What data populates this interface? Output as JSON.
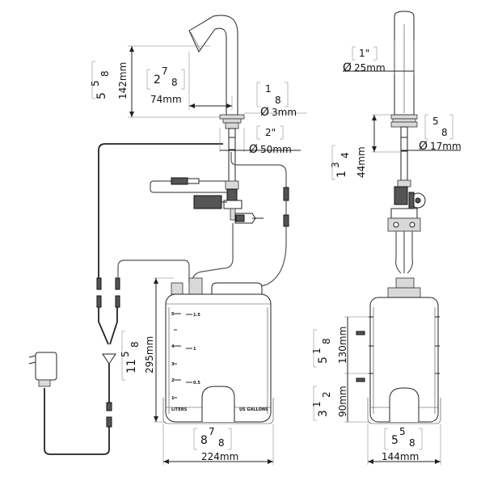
{
  "dimensions": {
    "spout_height": {
      "inch_whole": "5",
      "inch_num": "5",
      "inch_den": "8",
      "mm": "142mm"
    },
    "spout_reach": {
      "inch_whole": "2",
      "inch_num": "7",
      "inch_den": "8",
      "mm": "74mm"
    },
    "hose_diameter": {
      "inch_num": "1",
      "inch_den": "8",
      "symbol": "Ø",
      "mm": "3mm"
    },
    "base_diameter": {
      "inch": "2\"",
      "symbol": "Ø",
      "mm": "50mm"
    },
    "body_diameter": {
      "inch": "1\"",
      "symbol": "Ø",
      "mm": "25mm"
    },
    "shank_diameter": {
      "inch_num": "5",
      "inch_den": "8",
      "symbol": "Ø",
      "mm": "17mm"
    },
    "shank_length": {
      "inch_whole": "1",
      "inch_num": "3",
      "inch_den": "4",
      "mm": "44mm"
    },
    "tank_height": {
      "inch_whole": "11",
      "inch_num": "5",
      "inch_den": "8",
      "mm": "295mm"
    },
    "tank_width": {
      "inch_whole": "8",
      "inch_num": "7",
      "inch_den": "8",
      "mm": "224mm"
    },
    "tank_depth": {
      "inch_whole": "5",
      "inch_num": "5",
      "inch_den": "8",
      "mm": "144mm"
    },
    "side_upper": {
      "inch_whole": "5",
      "inch_num": "1",
      "inch_den": "8",
      "mm": "130mm"
    },
    "side_lower": {
      "inch_whole": "3",
      "inch_num": "1",
      "inch_den": "2",
      "mm": "90mm"
    }
  },
  "tank_scale": {
    "liters_label": "LITERS",
    "gallons_label": "US GALLONS",
    "marks": [
      "1",
      "2",
      "3",
      "4",
      "5"
    ],
    "gallon_marks": [
      "1.5",
      "1",
      "0.5"
    ]
  }
}
